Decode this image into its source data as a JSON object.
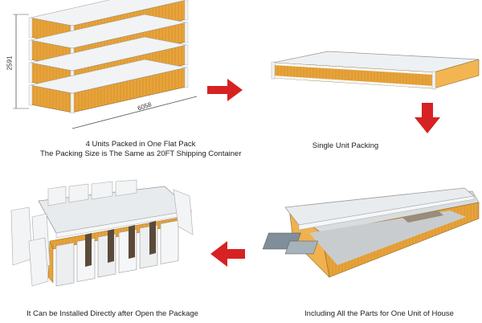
{
  "panels": {
    "packed": {
      "caption_line1": "4 Units Packed in One Flat Pack",
      "caption_line2": "The Packing Size is The Same as 20FT Shipping Container",
      "height_label": "2591",
      "length_label": "6058"
    },
    "single": {
      "caption": "Single Unit Packing"
    },
    "parts": {
      "caption": "Including All the Parts for One Unit of House"
    },
    "installed": {
      "caption": "It Can be Installed Directly after Open the Package"
    }
  },
  "colors": {
    "panel_wood": "#e8a33a",
    "frame": "#f2f4f5",
    "arrow": "#d62222",
    "outline": "#8a8a8a"
  },
  "icons": [
    "arrow-right-icon",
    "arrow-down-icon",
    "arrow-left-icon"
  ]
}
